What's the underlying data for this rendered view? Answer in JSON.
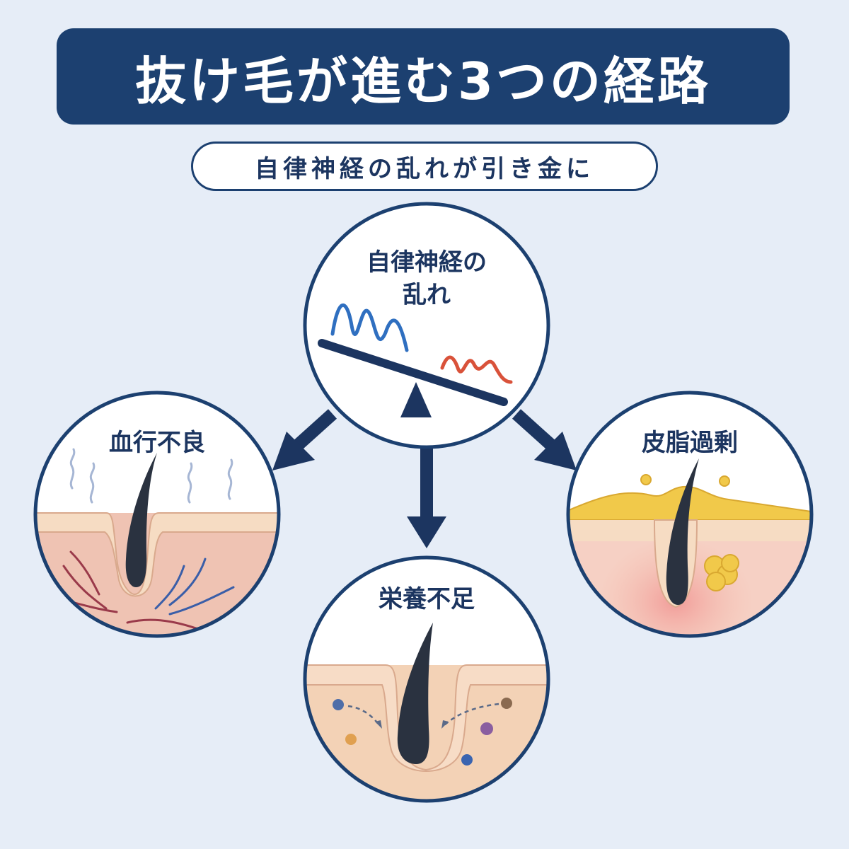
{
  "title": "抜け毛が進む3つの経路",
  "subtitle": "自律神経の乱れが引き金に",
  "center_node": {
    "line1": "自律神経の",
    "line2": "乱れ"
  },
  "nodes": {
    "left": "血行不良",
    "right": "皮脂過剰",
    "bottom": "栄養不足"
  },
  "colors": {
    "navy": "#1c4070",
    "background": "#e6edf7",
    "wave_blue": "#2f6fc0",
    "wave_red": "#d9523a",
    "skin": "#f3d2b6",
    "sebum": "#f1c94a",
    "hair": "#2a3240"
  }
}
